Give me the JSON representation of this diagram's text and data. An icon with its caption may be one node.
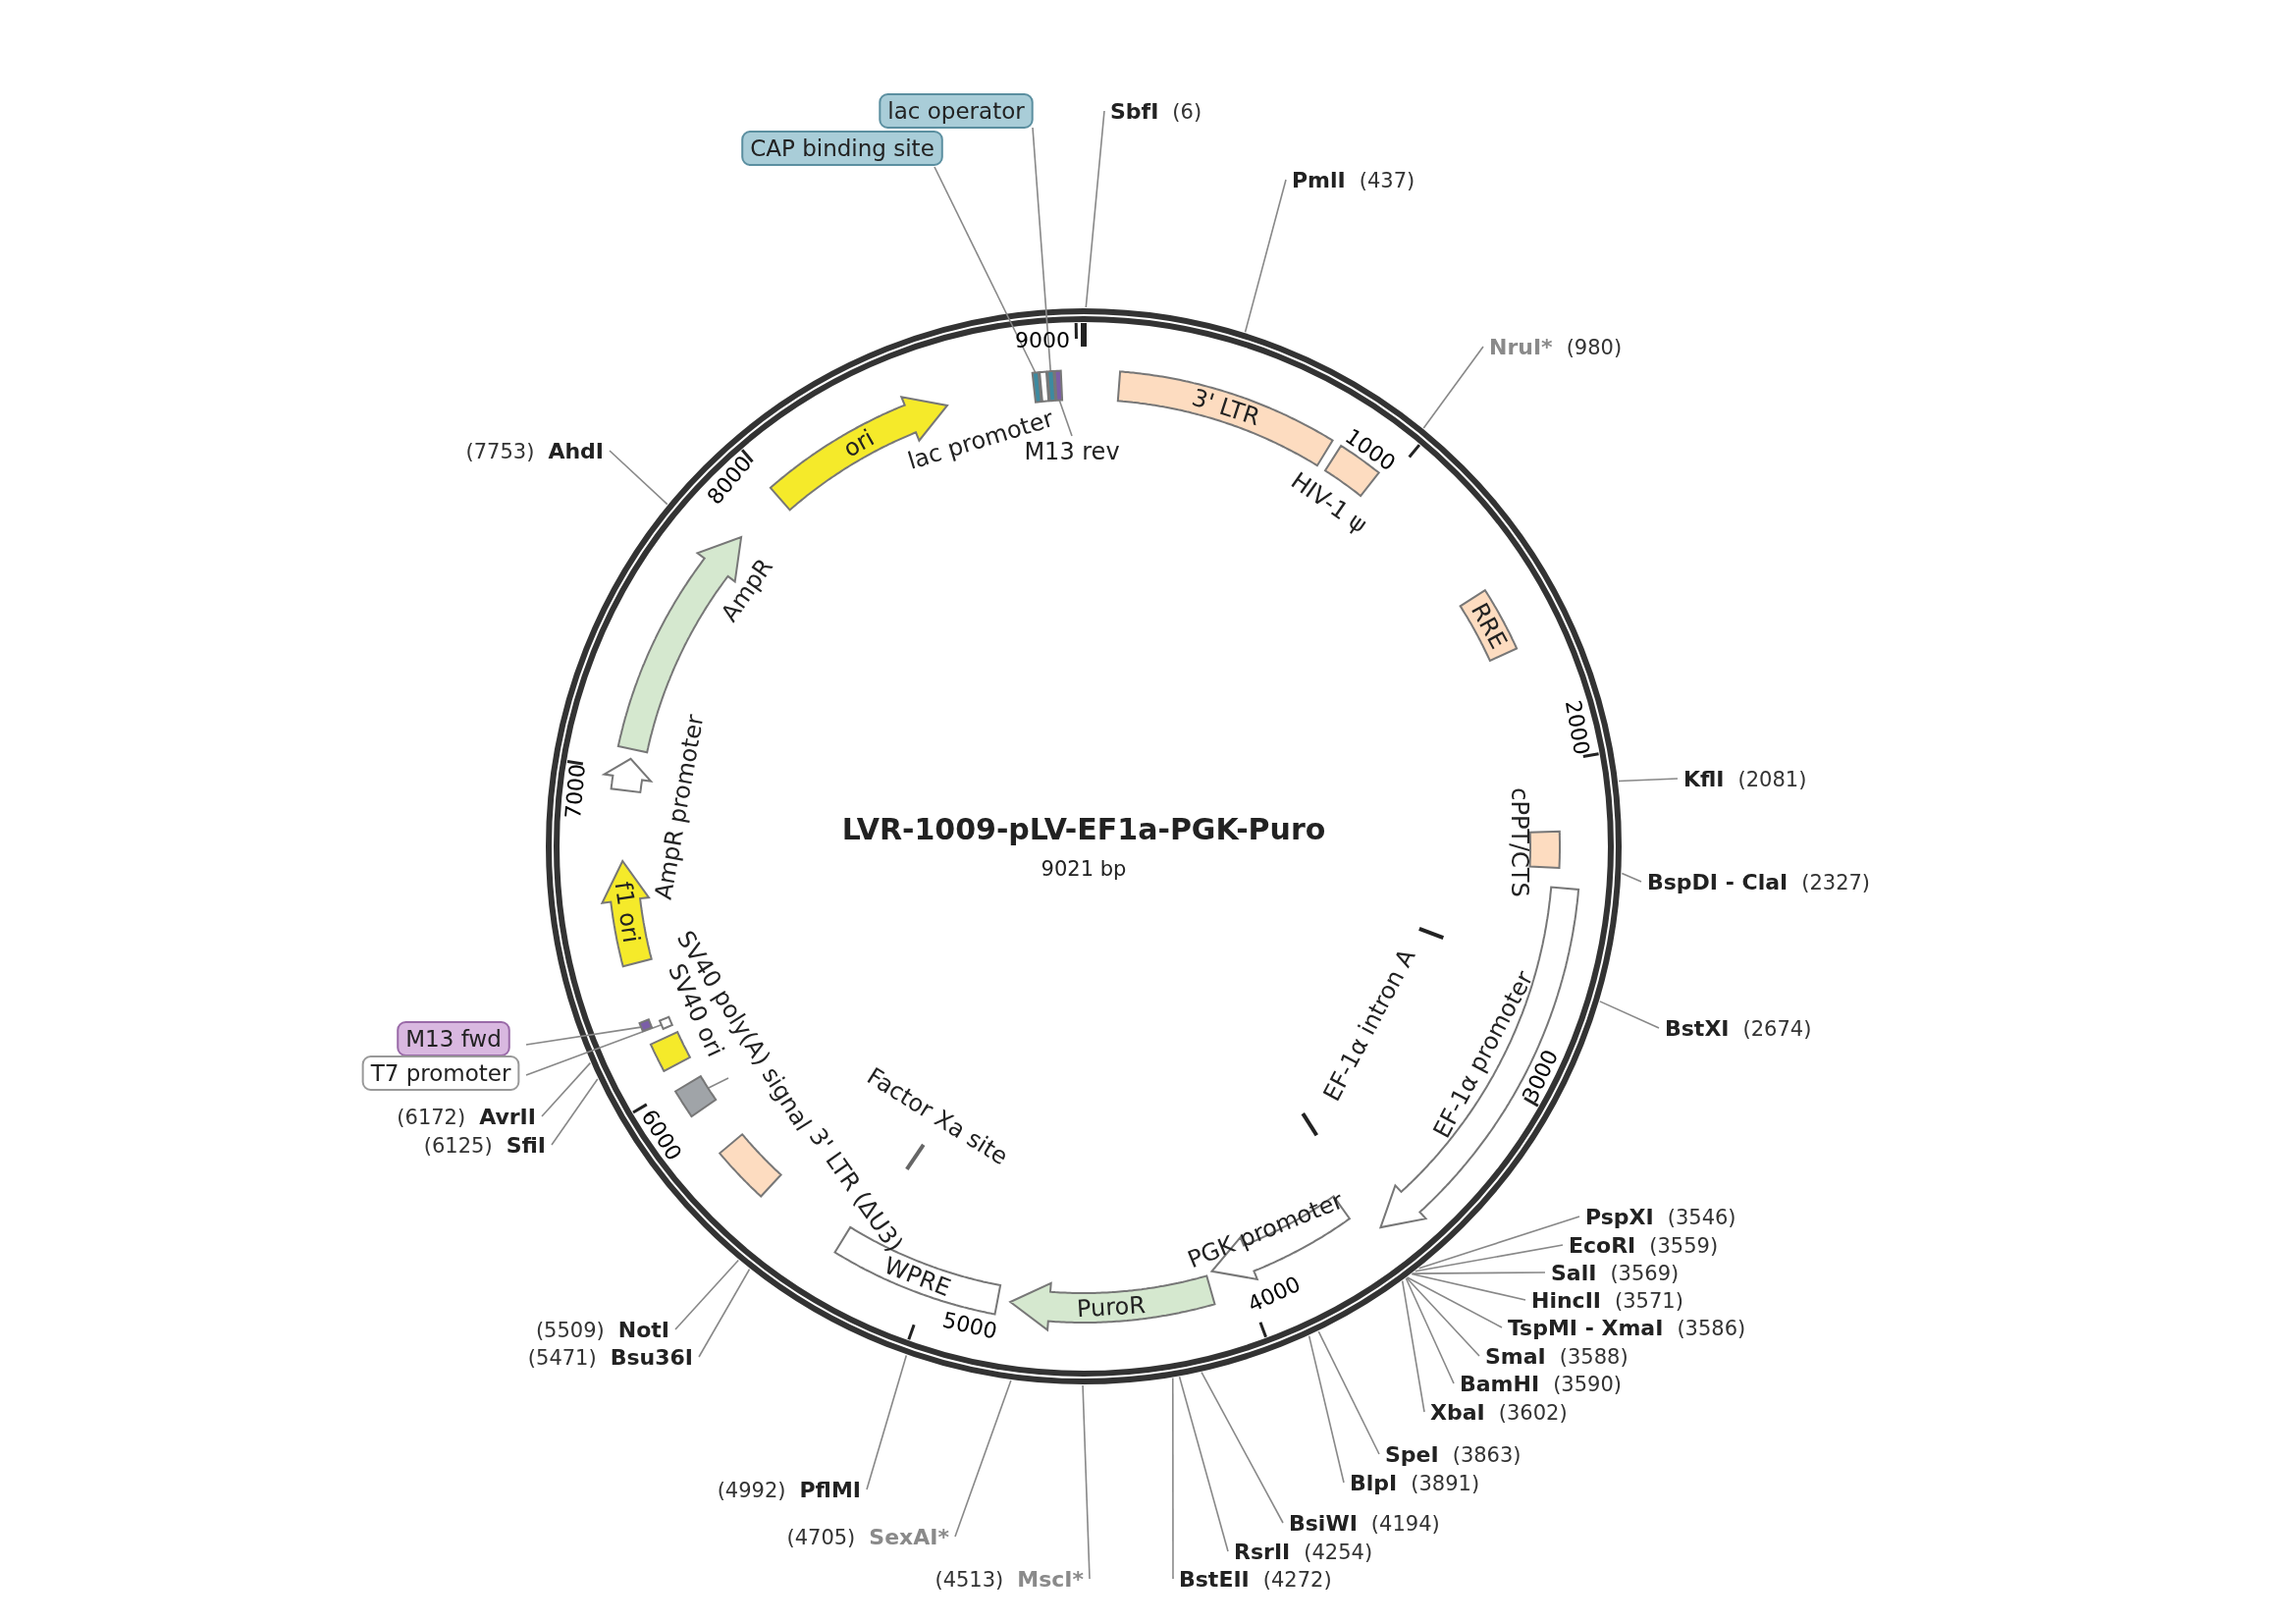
{
  "diagram": {
    "title": "LVR-1009-pLV-EF1a-PGK-Puro",
    "caption": "9021 bp",
    "nodes": [
      {
        "text": [
          "CAP binding site"
        ]
      },
      {
        "text": [
          "lac operator"
        ]
      },
      {
        "text": [
          "SbfI",
          "(6)"
        ]
      },
      {
        "text": [
          "PmlI",
          "(437)"
        ]
      },
      {
        "text": [
          "NruI*",
          "(980)"
        ]
      },
      {
        "text": [
          "(7753)",
          "AhdI"
        ]
      },
      {
        "text": [
          "KflI",
          "(2081)"
        ]
      },
      {
        "text": [
          "BspDI - ClaI",
          "(2327)"
        ]
      },
      {
        "text": [
          "BstXI",
          "(2674)"
        ]
      },
      {
        "text": [
          "PspXI",
          "(3546)"
        ]
      },
      {
        "text": [
          "EcoRI",
          "(3559)"
        ]
      },
      {
        "text": [
          "SalI",
          "(3569)"
        ]
      },
      {
        "text": [
          "HincII",
          "(3571)"
        ]
      },
      {
        "text": [
          "TspMI - XmaI",
          "(3586)"
        ]
      },
      {
        "text": [
          "SmaI",
          "(3588)"
        ]
      },
      {
        "text": [
          "BamHI",
          "(3590)"
        ]
      },
      {
        "text": [
          "XbaI",
          "(3602)"
        ]
      },
      {
        "text": [
          "SpeI",
          "(3863)"
        ]
      },
      {
        "text": [
          "BlpI",
          "(3891)"
        ]
      },
      {
        "text": [
          "BsiWI",
          "(4194)"
        ]
      },
      {
        "text": [
          "RsrII",
          "(4254)"
        ]
      },
      {
        "text": [
          "BstEII",
          "(4272)"
        ]
      },
      {
        "text": [
          "(4513)",
          "MscI*"
        ]
      },
      {
        "text": [
          "(4705)",
          "SexAI*"
        ]
      },
      {
        "text": [
          "(4992)",
          "PflMI"
        ]
      },
      {
        "text": [
          "(5509)",
          "NotI"
        ]
      },
      {
        "text": [
          "(5471)",
          "Bsu36I"
        ]
      },
      {
        "text": [
          "M13 fwd"
        ]
      },
      {
        "text": [
          "T7 promoter"
        ]
      },
      {
        "text": [
          "(6172)",
          "AvrII"
        ]
      },
      {
        "text": [
          "(6125)",
          "SfiI"
        ]
      },
      {
        "text": [],
        "shape": "box"
      },
      {
        "text": [
          "lac promoter"
        ]
      },
      {
        "text": [],
        "shape": "box"
      },
      {
        "text": [],
        "shape": "box"
      },
      {
        "text": [
          "M13 rev"
        ]
      },
      {
        "text": [
          "3' LTR"
        ]
      },
      {
        "text": [
          "HIV-1 ψ"
        ]
      },
      {
        "text": [
          "RRE"
        ]
      },
      {
        "text": [
          "cPPT/CTS"
        ]
      },
      {
        "text": [
          "EF-1α promoter"
        ]
      },
      {
        "text": [
          "EF-1α intron A"
        ]
      },
      {
        "text": [
          "PGK promoter"
        ]
      },
      {
        "text": [
          "PuroR"
        ]
      },
      {
        "text": [
          "WPRE"
        ]
      },
      {
        "text": [
          "Factor Xa site"
        ]
      },
      {
        "text": [
          "3' LTR (ΔU3)"
        ]
      },
      {
        "text": [],
        "shape": "box"
      },
      {
        "text": [
          "SV40 poly(A) signal"
        ]
      },
      {
        "text": [
          "SV40 ori"
        ]
      },
      {
        "text": [],
        "shape": "box"
      },
      {
        "text": [],
        "shape": "box"
      },
      {
        "text": [
          "f1 ori"
        ]
      },
      {
        "text": [
          "AmpR promoter"
        ]
      },
      {
        "text": [
          "AmpR"
        ]
      },
      {
        "text": [
          "ori"
        ]
      }
    ],
    "edges": [
      {
        "from": 0,
        "to": 31,
        "arrow": "none"
      },
      {
        "from": 1,
        "to": 33,
        "arrow": "none"
      },
      {
        "from": 2,
        "to": null,
        "arrow": "none"
      },
      {
        "from": 3,
        "to": null,
        "arrow": "none"
      },
      {
        "from": 4,
        "to": null,
        "arrow": "none"
      },
      {
        "from": 5,
        "to": null,
        "arrow": "none"
      },
      {
        "from": 6,
        "to": null,
        "arrow": "none"
      },
      {
        "from": 7,
        "to": null,
        "arrow": "none"
      },
      {
        "from": 8,
        "to": null,
        "arrow": "none"
      },
      {
        "from": 9,
        "to": null,
        "arrow": "none"
      },
      {
        "from": 10,
        "to": null,
        "arrow": "none"
      },
      {
        "from": 11,
        "to": null,
        "arrow": "none"
      },
      {
        "from": 12,
        "to": null,
        "arrow": "none"
      },
      {
        "from": 13,
        "to": null,
        "arrow": "none"
      },
      {
        "from": 14,
        "to": null,
        "arrow": "none"
      },
      {
        "from": 15,
        "to": null,
        "arrow": "none"
      },
      {
        "from": 16,
        "to": null,
        "arrow": "none"
      },
      {
        "from": 17,
        "to": null,
        "arrow": "none"
      },
      {
        "from": 18,
        "to": null,
        "arrow": "none"
      },
      {
        "from": 19,
        "to": null,
        "arrow": "none"
      },
      {
        "from": 20,
        "to": null,
        "arrow": "none"
      },
      {
        "from": 21,
        "to": null,
        "arrow": "none"
      },
      {
        "from": 22,
        "to": null,
        "arrow": "none"
      },
      {
        "from": 23,
        "to": null,
        "arrow": "none"
      },
      {
        "from": 24,
        "to": null,
        "arrow": "none"
      },
      {
        "from": 25,
        "to": null,
        "arrow": "none"
      },
      {
        "from": 26,
        "to": null,
        "arrow": "none"
      },
      {
        "from": 27,
        "to": 50,
        "arrow": "none"
      },
      {
        "from": 28,
        "to": 51,
        "arrow": "none"
      },
      {
        "from": 29,
        "to": null,
        "arrow": "none"
      },
      {
        "from": 30,
        "to": null,
        "arrow": "none"
      },
      {
        "from": 35,
        "to": 34,
        "arrow": "none"
      },
      {
        "from": 48,
        "to": 47,
        "arrow": "none"
      }
    ],
    "labels": [
      "9000",
      "1000",
      "8000",
      "2000",
      "7000",
      "3000",
      "6000",
      "5000",
      "4000"
    ]
  }
}
